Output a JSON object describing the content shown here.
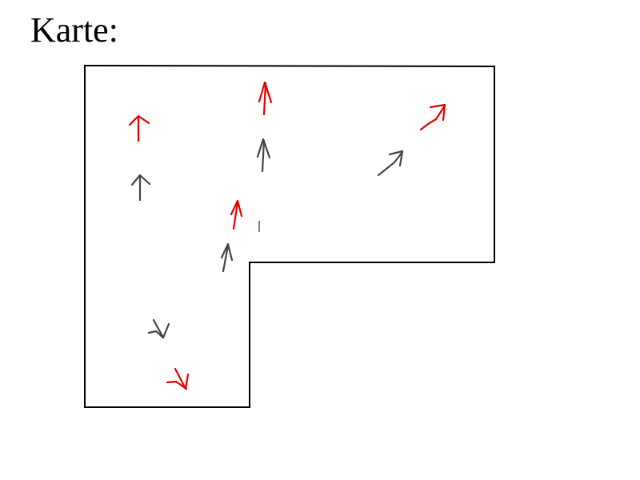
{
  "title": "Karte:",
  "colors": {
    "outline": "#000000",
    "red_arrow": "#e00000",
    "gray_arrow": "#444444"
  },
  "arrows": [
    {
      "name": "red-arrow-up-left",
      "color": "red",
      "direction": "up"
    },
    {
      "name": "gray-arrow-up-left",
      "color": "gray",
      "direction": "up"
    },
    {
      "name": "red-arrow-up-center",
      "color": "red",
      "direction": "up"
    },
    {
      "name": "gray-arrow-up-center",
      "color": "gray",
      "direction": "up"
    },
    {
      "name": "red-arrow-diag-right",
      "color": "red",
      "direction": "up-right"
    },
    {
      "name": "gray-arrow-diag-right",
      "color": "gray",
      "direction": "up-right"
    },
    {
      "name": "red-arrow-up-mid",
      "color": "red",
      "direction": "up"
    },
    {
      "name": "gray-arrow-up-mid",
      "color": "gray",
      "direction": "up"
    },
    {
      "name": "gray-arrow-down-bottom",
      "color": "gray",
      "direction": "down-right"
    },
    {
      "name": "red-arrow-down-bottom",
      "color": "red",
      "direction": "down-right"
    }
  ]
}
